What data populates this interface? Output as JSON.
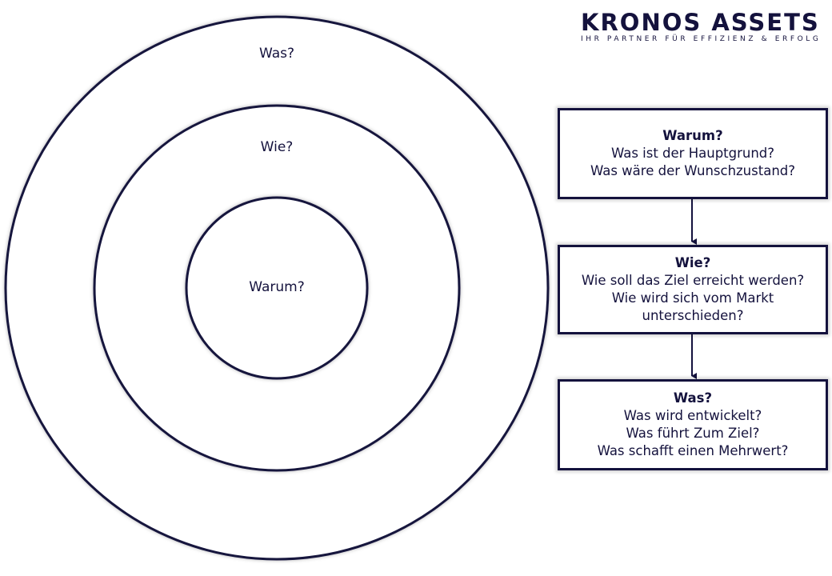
{
  "logo": {
    "title": "KRONOS ASSETS",
    "subtitle": "IHR PARTNER FÜR EFFIZIENZ & ERFOLG"
  },
  "circles": {
    "outer_label": "Was?",
    "middle_label": "Wie?",
    "inner_label": "Warum?"
  },
  "boxes": [
    {
      "title": "Warum?",
      "lines": [
        "Was ist der Hauptgrund?",
        "Was wäre der Wunschzustand?"
      ]
    },
    {
      "title": "Wie?",
      "lines": [
        "Wie soll das Ziel erreicht werden?",
        "Wie wird sich vom Markt",
        "unterschieden?"
      ]
    },
    {
      "title": "Was?",
      "lines": [
        "Was wird entwickelt?",
        "Was führt Zum Ziel?",
        "Was schafft einen Mehrwert?"
      ]
    }
  ],
  "colors": {
    "primary": "#14123d",
    "shadow": "#cccccc"
  }
}
